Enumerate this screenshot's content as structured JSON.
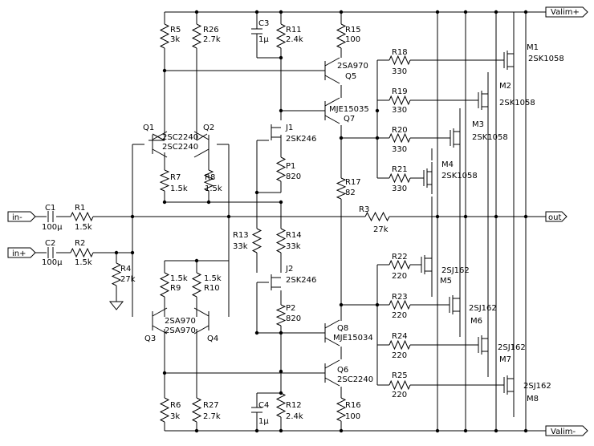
{
  "colors": {
    "wire": "#000000",
    "background": "#ffffff"
  },
  "ports": {
    "vplus": "Valim+",
    "vminus": "Valim-",
    "in_minus": "in-",
    "in_plus": "in+",
    "out": "out"
  },
  "resistors": [
    {
      "ref": "R5",
      "value": "3k"
    },
    {
      "ref": "R26",
      "value": "2.7k"
    },
    {
      "ref": "R11",
      "value": "2.4k"
    },
    {
      "ref": "R15",
      "value": "100"
    },
    {
      "ref": "R7",
      "value": "1.5k"
    },
    {
      "ref": "R8",
      "value": "1.5k"
    },
    {
      "ref": "P1",
      "value": "820"
    },
    {
      "ref": "R17",
      "value": "82"
    },
    {
      "ref": "R18",
      "value": "330"
    },
    {
      "ref": "R19",
      "value": "330"
    },
    {
      "ref": "R20",
      "value": "330"
    },
    {
      "ref": "R21",
      "value": "330"
    },
    {
      "ref": "R1",
      "value": "1.5k"
    },
    {
      "ref": "R2",
      "value": "1.5k"
    },
    {
      "ref": "R3",
      "value": "27k"
    },
    {
      "ref": "R4",
      "value": "27k"
    },
    {
      "ref": "R13",
      "value": "33k"
    },
    {
      "ref": "R14",
      "value": "33k"
    },
    {
      "ref": "R9",
      "value": "1.5k"
    },
    {
      "ref": "R10",
      "value": "1.5k"
    },
    {
      "ref": "P2",
      "value": "820"
    },
    {
      "ref": "R22",
      "value": "220"
    },
    {
      "ref": "R23",
      "value": "220"
    },
    {
      "ref": "R24",
      "value": "220"
    },
    {
      "ref": "R25",
      "value": "220"
    },
    {
      "ref": "R6",
      "value": "3k"
    },
    {
      "ref": "R27",
      "value": "2.7k"
    },
    {
      "ref": "R12",
      "value": "2.4k"
    },
    {
      "ref": "R16",
      "value": "100"
    }
  ],
  "capacitors": [
    {
      "ref": "C3",
      "value": "1µ"
    },
    {
      "ref": "C4",
      "value": "1µ"
    },
    {
      "ref": "C1",
      "value": "100µ"
    },
    {
      "ref": "C2",
      "value": "100µ"
    }
  ],
  "transistors": [
    {
      "ref": "Q1",
      "part": "2SC2240"
    },
    {
      "ref": "Q2",
      "part": "2SC2240"
    },
    {
      "ref": "Q3",
      "part": "2SA970"
    },
    {
      "ref": "Q4",
      "part": "2SA970"
    },
    {
      "ref": "Q5",
      "part": "2SA970"
    },
    {
      "ref": "Q6",
      "part": "2SC2240"
    },
    {
      "ref": "Q7",
      "part": "MJE15035"
    },
    {
      "ref": "Q8",
      "part": "MJE15034"
    },
    {
      "ref": "J1",
      "part": "2SK246"
    },
    {
      "ref": "J2",
      "part": "2SK246"
    },
    {
      "ref": "M1",
      "part": "2SK1058"
    },
    {
      "ref": "M2",
      "part": "2SK1058"
    },
    {
      "ref": "M3",
      "part": "2SK1058"
    },
    {
      "ref": "M4",
      "part": "2SK1058"
    },
    {
      "ref": "M5",
      "part": "2SJ162"
    },
    {
      "ref": "M6",
      "part": "2SJ162"
    },
    {
      "ref": "M7",
      "part": "2SJ162"
    },
    {
      "ref": "M8",
      "part": "2SJ162"
    }
  ]
}
